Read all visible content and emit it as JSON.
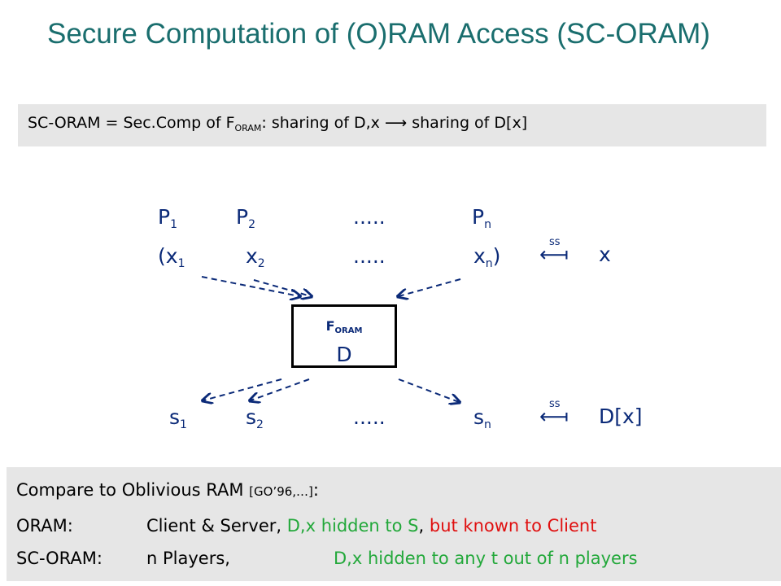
{
  "title": "Secure Computation of (O)RAM Access (SC-ORAM)",
  "definition": {
    "lhs": "SC-ORAM = Sec.Comp of F",
    "lhs_sub": "ORAM",
    "colon": ":",
    "rhs": "  sharing of D,x ⟶ sharing of D[x]"
  },
  "parties": [
    {
      "base": "P",
      "sub": "1"
    },
    {
      "base": "P",
      "sub": "2"
    },
    {
      "base": ".....",
      "sub": ""
    },
    {
      "base": "P",
      "sub": "n"
    }
  ],
  "inputs": [
    {
      "base": "(x",
      "sub": "1",
      "suffix": ""
    },
    {
      "base": "x",
      "sub": "2",
      "suffix": ""
    },
    {
      "base": ".....",
      "sub": "",
      "suffix": ""
    },
    {
      "base": "x",
      "sub": "n",
      "suffix": ")"
    }
  ],
  "input_secret": "x",
  "outputs": [
    {
      "base": "s",
      "sub": "1"
    },
    {
      "base": "s",
      "sub": "2"
    },
    {
      "base": ".....",
      "sub": ""
    },
    {
      "base": "s",
      "sub": "n"
    }
  ],
  "output_secret": "D[x]",
  "ss_label": "ss",
  "ss_arrow": "⟻",
  "functionality": {
    "name": "F",
    "sub": "ORAM",
    "content": "D"
  },
  "comparison": {
    "heading": "Compare to Oblivious RAM ",
    "heading_ref": "[GO’96,…]",
    "heading_tail": ":",
    "rows": [
      {
        "label": "ORAM:",
        "who": "Client & Server,",
        "hidden": "D,x hidden to S",
        "sep": ",",
        "known": "but known to Client"
      },
      {
        "label": "SC-ORAM:",
        "who": "n Players,",
        "hidden": "D,x hidden to any t out of n players",
        "sep": "",
        "known": ""
      }
    ]
  },
  "colors": {
    "title": "#1a6e6e",
    "math": "#0b2a78",
    "green": "#22a83a",
    "red": "#e01010"
  }
}
